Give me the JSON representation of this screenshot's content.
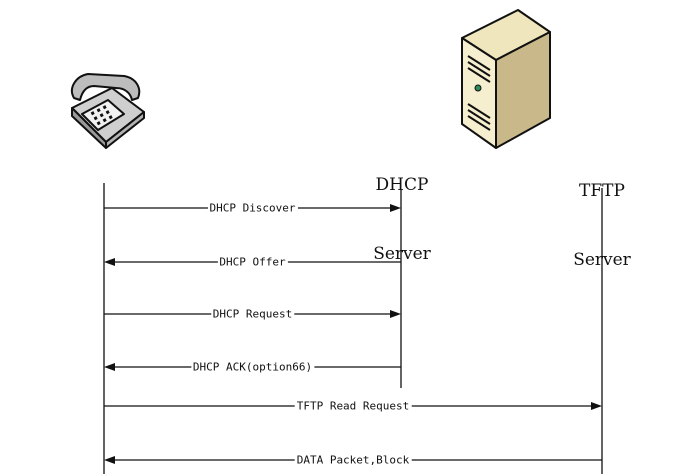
{
  "nodes": {
    "phone": {
      "label_lines": []
    },
    "dhcp_server": {
      "label_lines": [
        "DHCP",
        "Server"
      ]
    },
    "tftp_server": {
      "label_lines": [
        "TFTP",
        "Server"
      ]
    }
  },
  "messages": [
    {
      "label": "DHCP Discover",
      "from": "phone",
      "to": "dhcp_server"
    },
    {
      "label": "DHCP Offer",
      "from": "dhcp_server",
      "to": "phone"
    },
    {
      "label": "DHCP Request",
      "from": "phone",
      "to": "dhcp_server"
    },
    {
      "label": "DHCP ACK(option66)",
      "from": "dhcp_server",
      "to": "phone"
    },
    {
      "label": "TFTP Read Request",
      "from": "phone",
      "to": "tftp_server"
    },
    {
      "label": "DATA Packet,Block",
      "from": "tftp_server",
      "to": "phone"
    }
  ],
  "colors": {
    "line": "#111111",
    "server_body": "#f4ecc8",
    "server_shadow": "#c9b98a",
    "phone_body": "#d9d9d9"
  },
  "icons": {
    "phone": "telephone-icon",
    "server": "server-tower-icon"
  }
}
